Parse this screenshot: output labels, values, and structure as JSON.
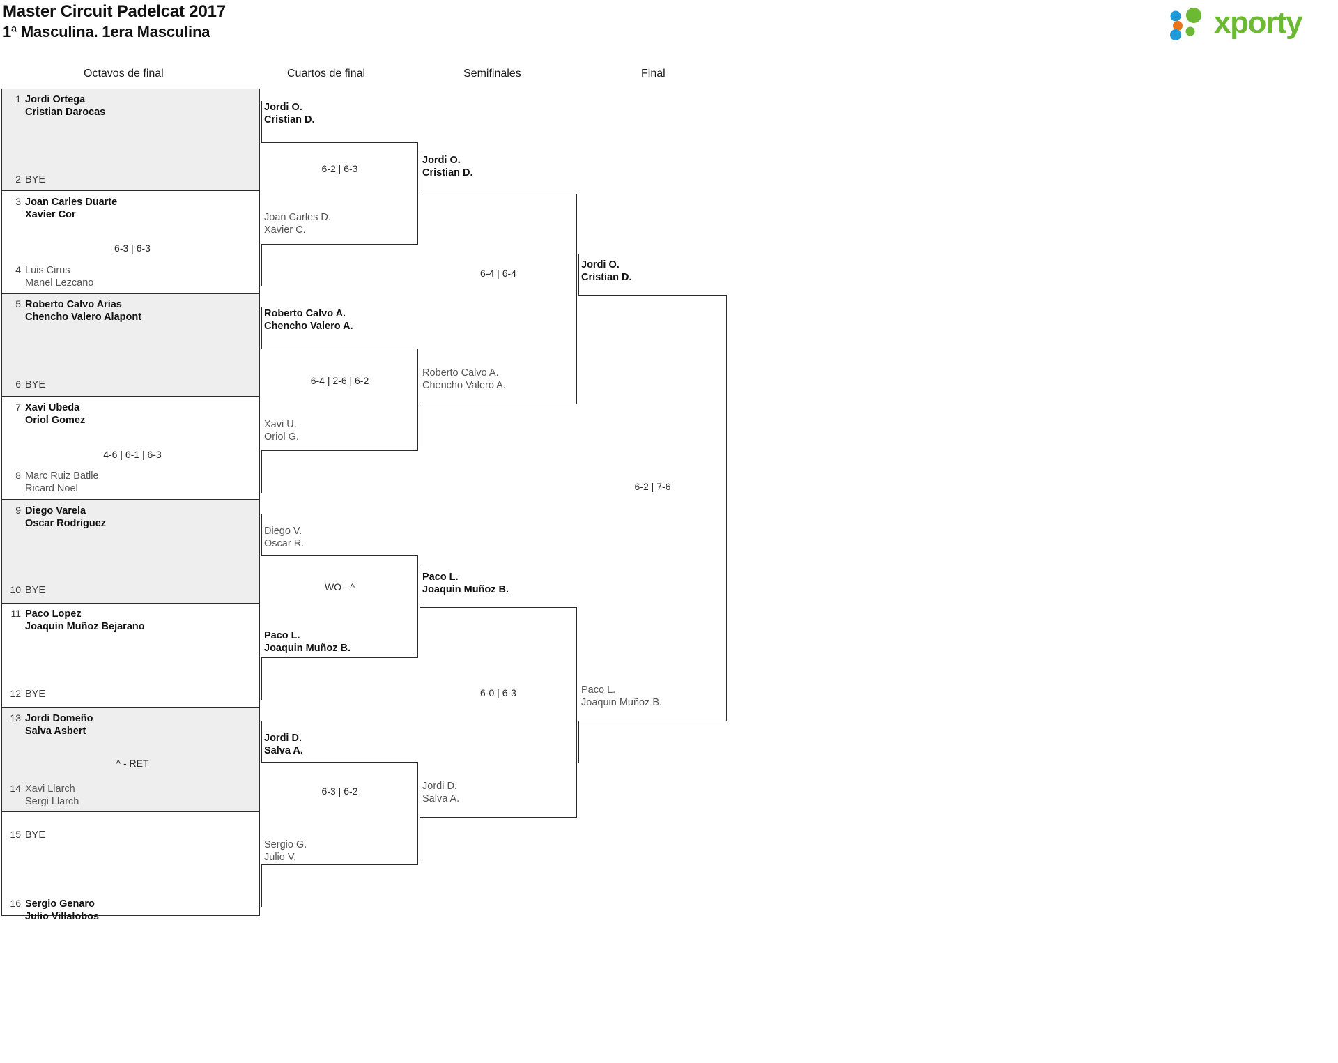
{
  "header": {
    "title": "Master Circuit Padelcat 2017",
    "subtitle": "1ª Masculina. 1era Masculina",
    "logo_text": "xporty",
    "logo_colors": {
      "green": "#6cb933",
      "blue": "#1f9ad6",
      "orange": "#e8751a"
    }
  },
  "rounds": [
    {
      "id": "r16",
      "label": "Octavos de final"
    },
    {
      "id": "qf",
      "label": "Cuartos de final"
    },
    {
      "id": "sf",
      "label": "Semifinales"
    },
    {
      "id": "f",
      "label": "Final"
    }
  ],
  "bracket": {
    "round16": [
      {
        "seed": "1",
        "line1": "Jordi Ortega",
        "line2": "Cristian Darocas",
        "result": "win",
        "bye": false
      },
      {
        "seed": "2",
        "line1": "BYE",
        "line2": "",
        "result": "bye",
        "bye": true
      },
      {
        "seed": "3",
        "line1": "Joan Carles Duarte",
        "line2": "Xavier Cor",
        "result": "win",
        "bye": false
      },
      {
        "seed": "4",
        "line1": "Luis Cirus",
        "line2": "Manel Lezcano",
        "result": "lose",
        "bye": false
      },
      {
        "seed": "5",
        "line1": "Roberto Calvo Arias",
        "line2": "Chencho Valero Alapont",
        "result": "win",
        "bye": false
      },
      {
        "seed": "6",
        "line1": "BYE",
        "line2": "",
        "result": "bye",
        "bye": true
      },
      {
        "seed": "7",
        "line1": "Xavi Ubeda",
        "line2": "Oriol Gomez",
        "result": "win",
        "bye": false
      },
      {
        "seed": "8",
        "line1": "Marc Ruiz Batlle",
        "line2": "Ricard Noel",
        "result": "lose",
        "bye": false
      },
      {
        "seed": "9",
        "line1": "Diego Varela",
        "line2": "Oscar Rodriguez",
        "result": "win",
        "bye": false
      },
      {
        "seed": "10",
        "line1": "BYE",
        "line2": "",
        "result": "bye",
        "bye": true
      },
      {
        "seed": "11",
        "line1": "Paco Lopez",
        "line2": "Joaquin Muñoz Bejarano",
        "result": "win",
        "bye": false
      },
      {
        "seed": "12",
        "line1": "BYE",
        "line2": "",
        "result": "bye",
        "bye": true
      },
      {
        "seed": "13",
        "line1": "Jordi Domeño",
        "line2": "Salva Asbert",
        "result": "win",
        "bye": false
      },
      {
        "seed": "14",
        "line1": "Xavi Llarch",
        "line2": "Sergi Llarch",
        "result": "lose",
        "bye": false
      },
      {
        "seed": "15",
        "line1": "BYE",
        "line2": "",
        "result": "bye",
        "bye": true
      },
      {
        "seed": "16",
        "line1": "Sergio Genaro",
        "line2": "Julio Villalobos",
        "result": "win",
        "bye": false
      }
    ],
    "round16_scores": [
      "",
      "6-3 | 6-3",
      "",
      "4-6 | 6-1 | 6-3",
      "",
      "",
      "^ - RET",
      ""
    ],
    "quarters": [
      {
        "line1": "Jordi O.",
        "line2": "Cristian D.",
        "result": "win"
      },
      {
        "line1": "Joan Carles D.",
        "line2": "Xavier C.",
        "result": "lose"
      },
      {
        "line1": "Roberto Calvo A.",
        "line2": "Chencho Valero A.",
        "result": "win"
      },
      {
        "line1": "Xavi U.",
        "line2": "Oriol G.",
        "result": "lose"
      },
      {
        "line1": "Diego V.",
        "line2": "Oscar R.",
        "result": "lose"
      },
      {
        "line1": "Paco L.",
        "line2": "Joaquin Muñoz B.",
        "result": "win"
      },
      {
        "line1": "Jordi D.",
        "line2": "Salva A.",
        "result": "win"
      },
      {
        "line1": "Sergio G.",
        "line2": "Julio V.",
        "result": "lose"
      }
    ],
    "quarters_scores": [
      "6-2 | 6-3",
      "6-4 | 2-6 | 6-2",
      "WO - ^",
      "6-3 | 6-2"
    ],
    "semis": [
      {
        "line1": "Jordi O.",
        "line2": "Cristian D.",
        "result": "win"
      },
      {
        "line1": "Roberto Calvo A.",
        "line2": "Chencho Valero A.",
        "result": "lose"
      },
      {
        "line1": "Paco L.",
        "line2": "Joaquin Muñoz B.",
        "result": "win"
      },
      {
        "line1": "Jordi D.",
        "line2": "Salva A.",
        "result": "lose"
      }
    ],
    "semis_scores": [
      "6-4 | 6-4",
      "6-0 | 6-3"
    ],
    "final": [
      {
        "line1": "Jordi O.",
        "line2": "Cristian D.",
        "result": "win"
      },
      {
        "line1": "Paco L.",
        "line2": "Joaquin Muñoz B.",
        "result": "lose"
      }
    ],
    "final_scores": [
      "6-2 | 7-6"
    ]
  }
}
